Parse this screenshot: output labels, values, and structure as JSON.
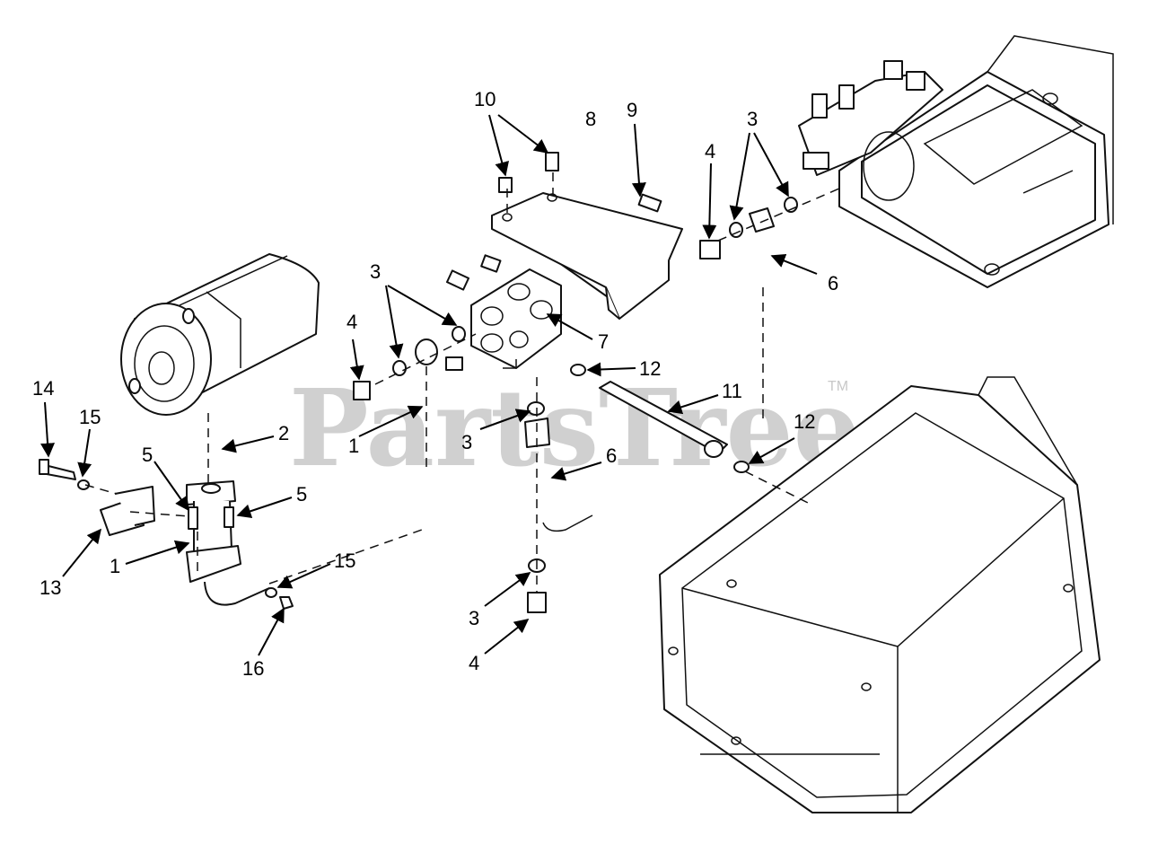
{
  "watermark": {
    "text": "PartsTree",
    "tm": "TM"
  },
  "callouts": [
    {
      "id": "c10",
      "label": "10"
    },
    {
      "id": "c8",
      "label": "8"
    },
    {
      "id": "c9",
      "label": "9"
    },
    {
      "id": "c4a",
      "label": "4"
    },
    {
      "id": "c3a",
      "label": "3"
    },
    {
      "id": "c6a",
      "label": "6"
    },
    {
      "id": "c3b",
      "label": "3"
    },
    {
      "id": "c7",
      "label": "7"
    },
    {
      "id": "c4b",
      "label": "4"
    },
    {
      "id": "c12a",
      "label": "12"
    },
    {
      "id": "c11",
      "label": "11"
    },
    {
      "id": "c14",
      "label": "14"
    },
    {
      "id": "c15a",
      "label": "15"
    },
    {
      "id": "c2",
      "label": "2"
    },
    {
      "id": "c1a",
      "label": "1"
    },
    {
      "id": "c3c",
      "label": "3"
    },
    {
      "id": "c12b",
      "label": "12"
    },
    {
      "id": "c5a",
      "label": "5"
    },
    {
      "id": "c6b",
      "label": "6"
    },
    {
      "id": "c5b",
      "label": "5"
    },
    {
      "id": "c13",
      "label": "13"
    },
    {
      "id": "c1b",
      "label": "1"
    },
    {
      "id": "c15b",
      "label": "15"
    },
    {
      "id": "c3d",
      "label": "3"
    },
    {
      "id": "c16",
      "label": "16"
    },
    {
      "id": "c4c",
      "label": "4"
    }
  ]
}
